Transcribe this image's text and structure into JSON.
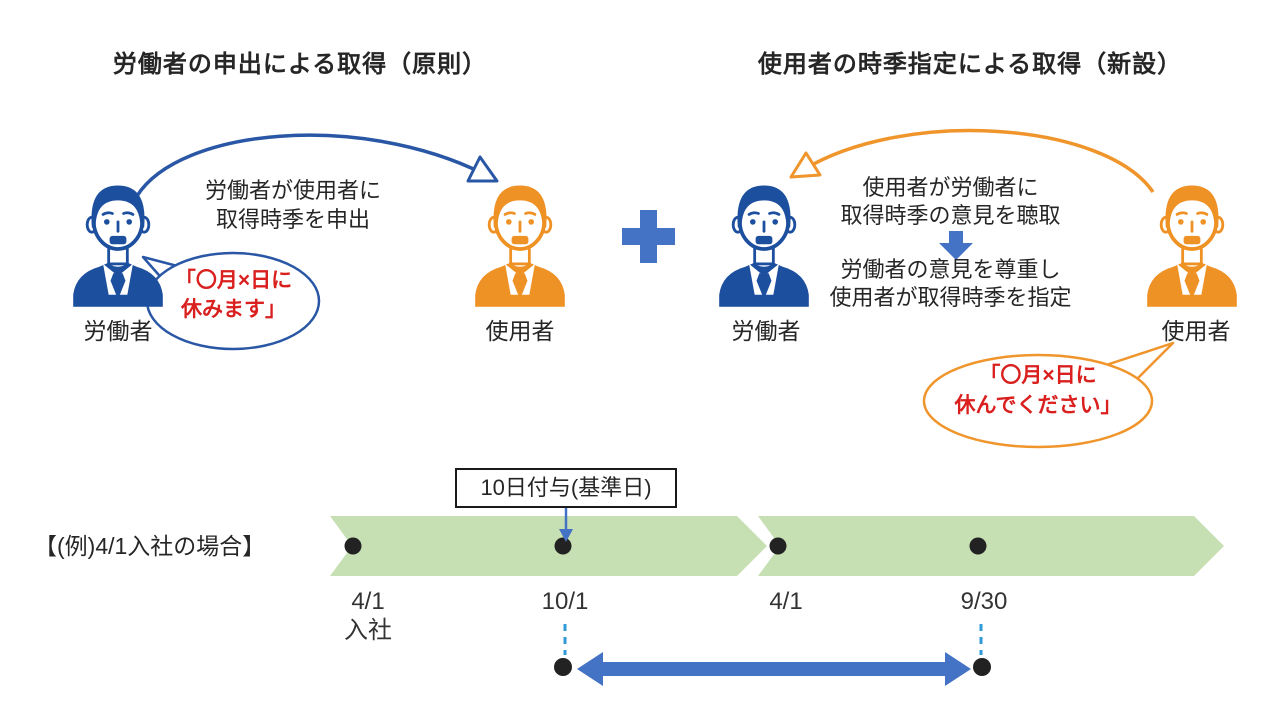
{
  "left_section": {
    "title": "労働者の申出による取得（原則）",
    "arrow_caption_line1": "労働者が使用者に",
    "arrow_caption_line2": "取得時季を申出",
    "worker_label": "労働者",
    "employer_label": "使用者",
    "worker_icon": "business-person-icon",
    "employer_icon": "business-person-icon",
    "bubble": {
      "line1": "「〇月×日に",
      "line2": "休みます」"
    }
  },
  "right_section": {
    "title": "使用者の時季指定による取得（新設）",
    "step1_line1": "使用者が労働者に",
    "step1_line2": "取得時季の意見を聴取",
    "step2_line1": "労働者の意見を尊重し",
    "step2_line2": "使用者が取得時季を指定",
    "worker_label": "労働者",
    "employer_label": "使用者",
    "worker_icon": "business-person-icon",
    "employer_icon": "business-person-icon",
    "bubble": {
      "line1": "「〇月×日に",
      "line2": "休んでください」"
    }
  },
  "timeline": {
    "example_label": "【(例)4/1入社の場合】",
    "grant_box_label": "10日付与(基準日)",
    "dates": [
      {
        "line1": "4/1",
        "line2": "入社"
      },
      {
        "line1": "10/1",
        "line2": ""
      },
      {
        "line1": "4/1",
        "line2": ""
      },
      {
        "line1": "9/30",
        "line2": ""
      }
    ]
  },
  "colors": {
    "worker_blue": "#1d4f9f",
    "employer_orange": "#ef9226",
    "arrow_blue": "#2a57a5",
    "arrow_orange": "#f0952c",
    "accent_blue": "#4472c4",
    "bubble_text_red": "#d9201f",
    "timeline_green": "#c6e0b4",
    "dashed_blue": "#2f9ad7",
    "dot_black": "#222222"
  }
}
